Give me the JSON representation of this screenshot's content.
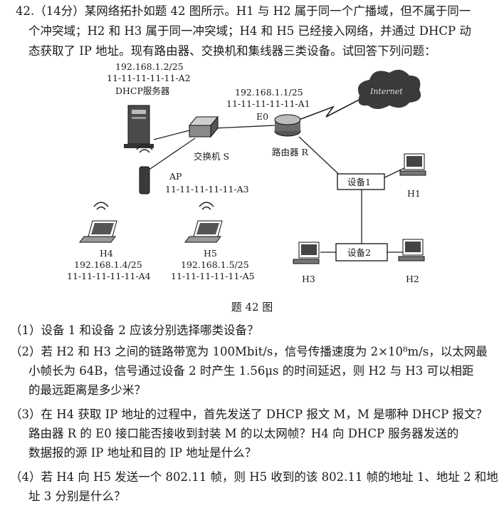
{
  "question": {
    "intro_lines": [
      "42.（14分）某网络拓扑如题 42 图所示。H1 与 H2 属于同一个广播域，但不属于同一",
      "个冲突域；H2 和 H3 属于同一冲突域；H4 和 H5 已经接入网络，并通过 DHCP 动",
      "态获取了 IP 地址。现有路由器、交换机和集线器三类设备。试回答下列问题："
    ],
    "parts": [
      [
        "（1）设备 1 和设备 2 应该分别选择哪类设备？"
      ],
      [
        "（2）若 H2 和 H3 之间的链路带宽为 100Mbit/s，信号传播速度为 2×10⁸m/s，以太网最",
        "小帧长为 64B，信号通过设备 2 时产生 1.56μs 的时间延迟，则 H2 与 H3 可以相距",
        "的最远距离是多少米？"
      ],
      [
        "（3）在 H4 获取 IP 地址的过程中，首先发送了 DHCP 报文 M，M 是哪种 DHCP 报文？",
        "路由器 R 的 E0 接口能否接收到封装 M 的以太网帧？H4 向 DHCP 服务器发送的",
        "数据报的源 IP 地址和目的 IP 地址是什么？"
      ],
      [
        "（4）若 H4 向 H5 发送一个 802.11 帧，则 H5 收到的该 802.11 帧的地址 1、地址 2 和地",
        "址 3 分别是什么？"
      ]
    ]
  },
  "figure": {
    "caption": "题 42 图",
    "dhcp_server": {
      "ip": "192.168.1.2/25",
      "mac": "11-11-11-11-11-A2",
      "name": "DHCP服务器"
    },
    "router": {
      "ip": "192.168.1.1/25",
      "mac": "11-11-11-11-11-A1",
      "iface": "E0",
      "name": "路由器 R"
    },
    "switch": {
      "name": "交换机 S"
    },
    "ap": {
      "name": "AP",
      "mac": "11-11-11-11-11-A3"
    },
    "internet": "Internet",
    "device1": "设备1",
    "device2": "设备2",
    "h1": "H1",
    "h2": "H2",
    "h3": "H3",
    "h4": {
      "name": "H4",
      "ip": "192.168.1.4/25",
      "mac": "11-11-11-11-11-A4"
    },
    "h5": {
      "name": "H5",
      "ip": "192.168.1.5/25",
      "mac": "11-11-11-11-11-A5"
    }
  }
}
